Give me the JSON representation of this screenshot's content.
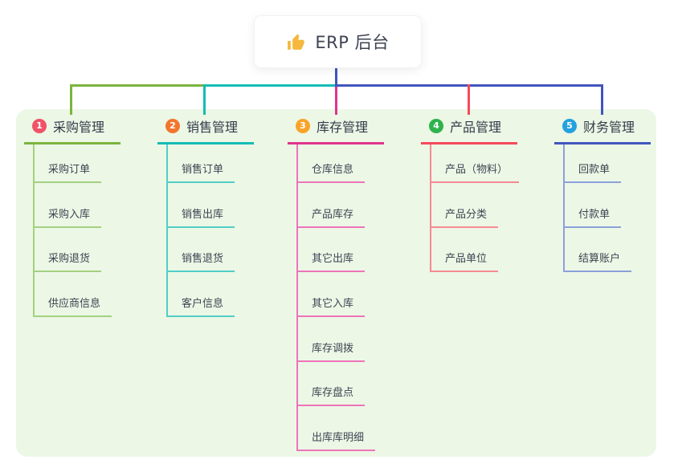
{
  "root": {
    "title": "ERP 后台",
    "icon": "thumbs-up-icon",
    "icon_color": "#f5b83c"
  },
  "colors": {
    "panel_bg": "#ecf7e6",
    "root_connector": "#4155be",
    "title_text": "#3d4352",
    "node_text": "#3f4452"
  },
  "branches": [
    {
      "index": "1",
      "label": "采购管理",
      "badge_color": "#ef5368",
      "line_color": "#7cb43e",
      "leaf_line_color": "#a3d17f",
      "children": [
        {
          "label": "采购订单"
        },
        {
          "label": "采购入库"
        },
        {
          "label": "采购退货"
        },
        {
          "label": "供应商信息"
        }
      ]
    },
    {
      "index": "2",
      "label": "销售管理",
      "badge_color": "#f2762d",
      "line_color": "#14bcb4",
      "leaf_line_color": "#52cec6",
      "children": [
        {
          "label": "销售订单"
        },
        {
          "label": "销售出库"
        },
        {
          "label": "销售退货"
        },
        {
          "label": "客户信息"
        }
      ]
    },
    {
      "index": "3",
      "label": "库存管理",
      "badge_color": "#f8a42a",
      "line_color": "#e0348e",
      "leaf_line_color": "#ee74ba",
      "children": [
        {
          "label": "仓库信息"
        },
        {
          "label": "产品库存"
        },
        {
          "label": "其它出库"
        },
        {
          "label": "其它入库"
        },
        {
          "label": "库存调拨"
        },
        {
          "label": "库存盘点"
        },
        {
          "label": "出库库明细"
        }
      ]
    },
    {
      "index": "4",
      "label": "产品管理",
      "badge_color": "#2fb34c",
      "line_color": "#f5495c",
      "leaf_line_color": "#f58a92",
      "children": [
        {
          "label": "产品（物料）"
        },
        {
          "label": "产品分类"
        },
        {
          "label": "产品单位"
        }
      ]
    },
    {
      "index": "5",
      "label": "财务管理",
      "badge_color": "#23a2e0",
      "line_color": "#4155be",
      "leaf_line_color": "#8ba1da",
      "children": [
        {
          "label": "回款单"
        },
        {
          "label": "付款单"
        },
        {
          "label": "结算账户"
        }
      ]
    }
  ]
}
